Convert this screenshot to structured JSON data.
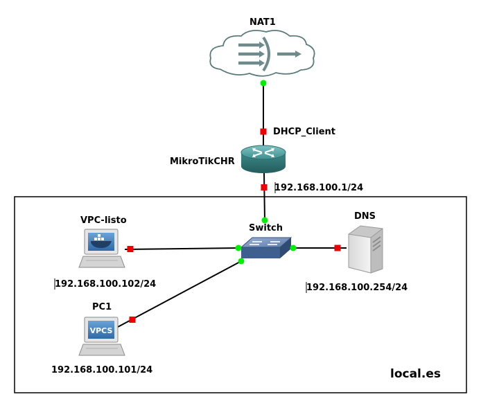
{
  "nodes": {
    "nat": {
      "label": "NAT1"
    },
    "router": {
      "label": "MikroTikCHR"
    },
    "switch": {
      "label": "Switch"
    },
    "vpc_listo": {
      "label": "VPC-listo",
      "ip": "192.168.100.102/24"
    },
    "pc1": {
      "label": "PC1",
      "ip": "192.168.100.101/24",
      "screen_text": "VPCS"
    },
    "dns": {
      "label": "DNS",
      "ip": "192.168.100.254/24"
    }
  },
  "links": {
    "nat_router": {
      "label": "DHCP_Client"
    },
    "router_switch": {
      "label": "192.168.100.1/24"
    }
  },
  "zone": {
    "label": "local.es"
  },
  "colors": {
    "link_up": "#00ee00",
    "link_port": "#ee0000",
    "router": "#3c8d8d",
    "cloud_stroke": "#5a7a7a"
  }
}
